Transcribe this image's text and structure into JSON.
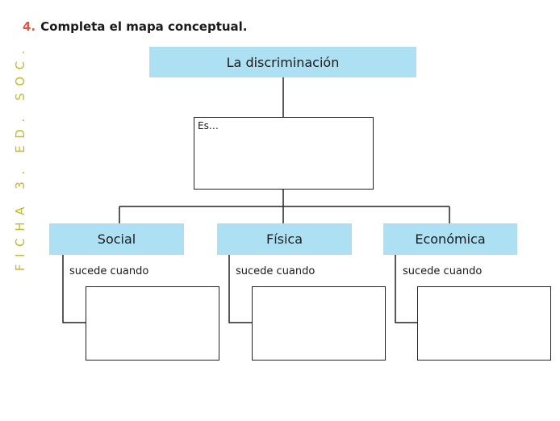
{
  "instruction": {
    "number": "4.",
    "text": "Completa el mapa conceptual."
  },
  "side_label": "FICHA 3. ED. SOC.",
  "concept_map": {
    "root": "La discriminación",
    "definition_box": {
      "prompt": "Es…"
    },
    "branches": [
      {
        "label": "Social",
        "connector": "sucede cuando"
      },
      {
        "label": "Física",
        "connector": "sucede cuando"
      },
      {
        "label": "Económica",
        "connector": "sucede cuando"
      }
    ]
  },
  "colors": {
    "concept_fill": "#aee0f4",
    "instruction_number": "#e5533a",
    "side_label": "#c6b82a",
    "lines": "#222222"
  }
}
